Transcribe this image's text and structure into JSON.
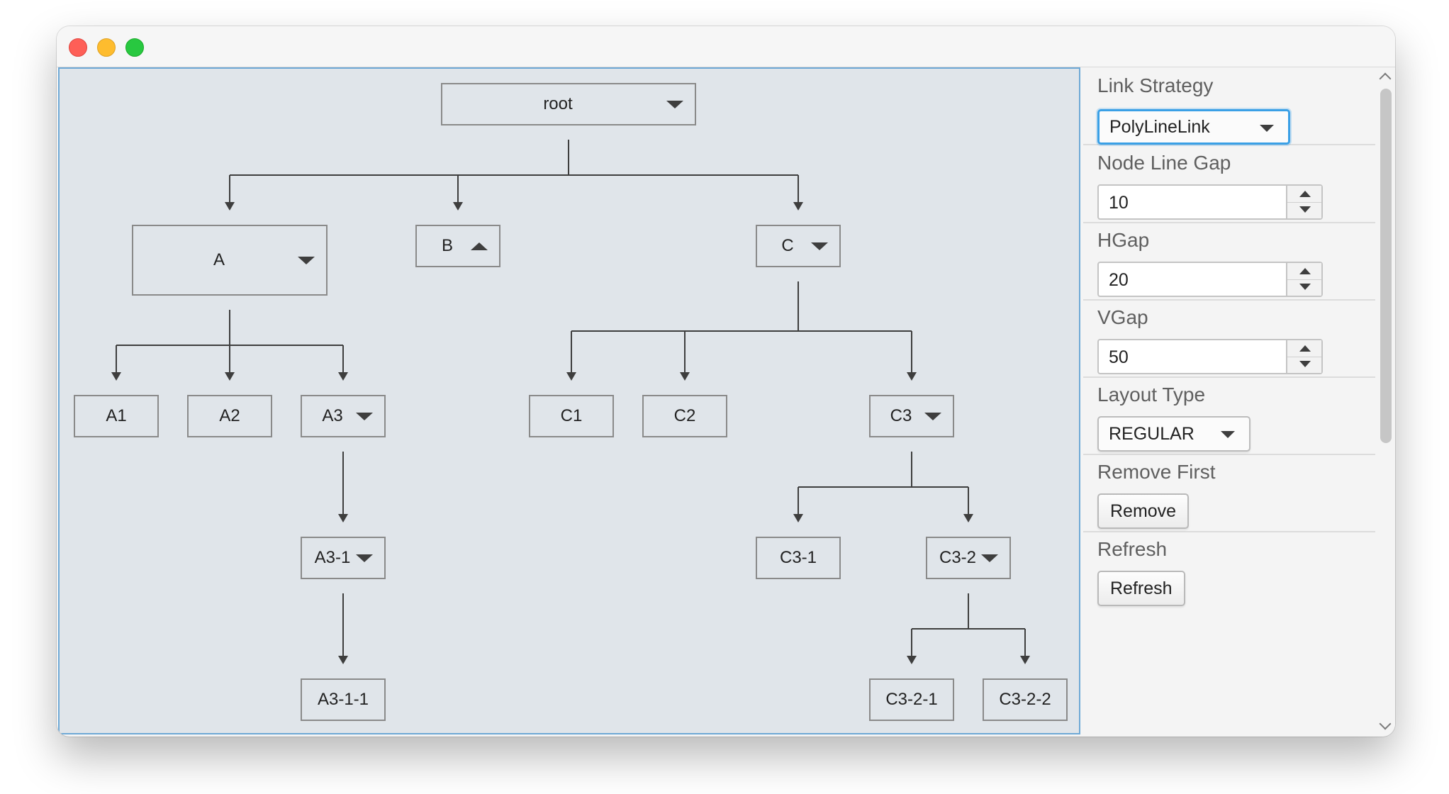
{
  "tree": {
    "nodes": [
      {
        "id": "root",
        "label": "root",
        "control": "chevron-down-icon"
      },
      {
        "id": "A",
        "label": "A",
        "control": "chevron-down-icon"
      },
      {
        "id": "B",
        "label": "B",
        "control": "chevron-up-icon"
      },
      {
        "id": "C",
        "label": "C",
        "control": "chevron-down-icon"
      },
      {
        "id": "A1",
        "label": "A1"
      },
      {
        "id": "A2",
        "label": "A2"
      },
      {
        "id": "A3",
        "label": "A3",
        "control": "chevron-down-icon"
      },
      {
        "id": "C1",
        "label": "C1"
      },
      {
        "id": "C2",
        "label": "C2"
      },
      {
        "id": "C3",
        "label": "C3",
        "control": "chevron-down-icon"
      },
      {
        "id": "A3-1",
        "label": "A3-1",
        "control": "chevron-down-icon"
      },
      {
        "id": "C3-1",
        "label": "C3-1"
      },
      {
        "id": "C3-2",
        "label": "C3-2",
        "control": "chevron-down-icon"
      },
      {
        "id": "A3-1-1",
        "label": "A3-1-1"
      },
      {
        "id": "C3-2-1",
        "label": "C3-2-1"
      },
      {
        "id": "C3-2-2",
        "label": "C3-2-2"
      }
    ],
    "edges": [
      [
        "root",
        "A"
      ],
      [
        "root",
        "B"
      ],
      [
        "root",
        "C"
      ],
      [
        "A",
        "A1"
      ],
      [
        "A",
        "A2"
      ],
      [
        "A",
        "A3"
      ],
      [
        "C",
        "C1"
      ],
      [
        "C",
        "C2"
      ],
      [
        "C",
        "C3"
      ],
      [
        "A3",
        "A3-1"
      ],
      [
        "A3-1",
        "A3-1-1"
      ],
      [
        "C3",
        "C3-1"
      ],
      [
        "C3",
        "C3-2"
      ],
      [
        "C3-2",
        "C3-2-1"
      ],
      [
        "C3-2",
        "C3-2-2"
      ]
    ]
  },
  "panel": {
    "link_strategy": {
      "title": "Link Strategy",
      "value": "PolyLineLink"
    },
    "node_line_gap": {
      "title": "Node Line Gap",
      "value": "10"
    },
    "hgap": {
      "title": "HGap",
      "value": "20"
    },
    "vgap": {
      "title": "VGap",
      "value": "50"
    },
    "layout_type": {
      "title": "Layout Type",
      "value": "REGULAR"
    },
    "remove_first": {
      "title": "Remove First",
      "button": "Remove"
    },
    "refresh": {
      "title": "Refresh",
      "button": "Refresh"
    }
  },
  "colors": {
    "canvas_bg": "#e0e5ea",
    "node_border": "#8a8a8a",
    "link": "#3e3e3e",
    "focus": "#3aa0e6"
  }
}
